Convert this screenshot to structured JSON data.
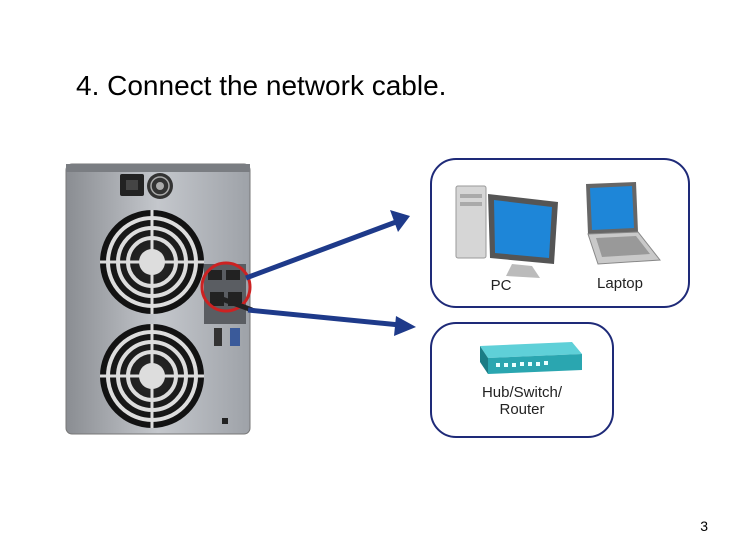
{
  "slide": {
    "title": "4. Connect the network cable.",
    "page_number": "3"
  },
  "diagram": {
    "pc_label": "PC",
    "laptop_label": "Laptop",
    "hub_label_line1": "Hub/Switch/",
    "hub_label_line2": "Router",
    "arrow_color": "#1e3a8a",
    "panel_border_color": "#1e2a78",
    "highlight_color": "#cc2222"
  }
}
